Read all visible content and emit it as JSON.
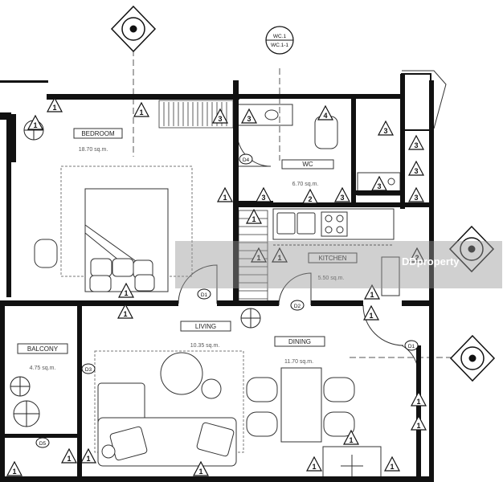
{
  "rooms": [
    {
      "id": "bedroom",
      "name": "BEDROOM",
      "area": "18.70 sq.m."
    },
    {
      "id": "wc",
      "name": "WC",
      "area": "6.70 sq.m."
    },
    {
      "id": "kitchen",
      "name": "KITCHEN",
      "area": "5.50 sq.m."
    },
    {
      "id": "living",
      "name": "LIVING",
      "area": "10.35 sq.m."
    },
    {
      "id": "dining",
      "name": "DINING",
      "area": "11.70 sq.m."
    },
    {
      "id": "balcony",
      "name": "BALCONY",
      "area": "4.75 sq.m."
    }
  ],
  "wc_tag": {
    "line1": "WC.1",
    "line2": "WC.1-1"
  },
  "doors": [
    "D1",
    "D2",
    "D3",
    "D4",
    "D5",
    "D1"
  ],
  "tags": [
    "1",
    "1",
    "1",
    "1",
    "1",
    "1",
    "1",
    "1",
    "1",
    "1",
    "1",
    "1",
    "1",
    "1",
    "1",
    "1",
    "1",
    "1",
    "1",
    "1",
    "2",
    "2",
    "3",
    "3",
    "3",
    "3",
    "3",
    "3",
    "3",
    "3",
    "3",
    "4"
  ],
  "watermark": "DDproperty"
}
